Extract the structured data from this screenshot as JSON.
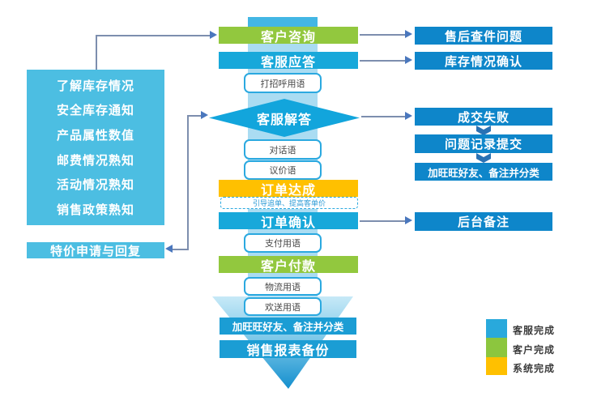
{
  "colors": {
    "service_cyan": "#18a8da",
    "deep_blue": "#0e86ca",
    "customer_green": "#92c83e",
    "system_yellow": "#ffc000",
    "panel_cyan": "#4cbee2",
    "bottom_cyan": "#1b9dd4",
    "spine_light": "#aadcf2",
    "spine_accent": "#43b6e4",
    "diamond_cyan": "#12a5dc",
    "connector_line": "#7d8eae",
    "arrowhead_blue": "#4a77bd",
    "chevron_blue": "#2a72b4"
  },
  "left_panel": {
    "items": [
      "了解库存情况",
      "安全库存通知",
      "产品属性数值",
      "邮费情况熟知",
      "活动情况熟知",
      "销售政策熟知"
    ],
    "special_request": "特价申请与回复"
  },
  "center_flow": {
    "customer_inquiry": "客户咨询",
    "service_reply": "客服应答",
    "greeting_phrases": "打招呼用语",
    "service_answer": "客服解答",
    "dialog_phrases": "对话语",
    "bargain_phrases": "议价语",
    "order_reached": "订单达成",
    "order_tip": "引导追单、提高客单价",
    "order_confirm": "订单确认",
    "payment_phrases": "支付用语",
    "customer_payment": "客户付款",
    "logistics_phrases": "物流用语",
    "farewell_phrases": "欢送用语",
    "add_wangwang": "加旺旺好友、备注并分类",
    "sales_report_backup": "销售报表备份"
  },
  "right_flow": {
    "after_sales_issue": "售后查件问题",
    "inventory_confirm": "库存情况确认",
    "deal_failed": "成交失败",
    "issue_record_submit": "问题记录提交",
    "add_wangwang": "加旺旺好友、备注并分类",
    "backend_note": "后台备注"
  },
  "legend": {
    "items": [
      {
        "label": "客服完成",
        "color": "#29a9dc"
      },
      {
        "label": "客户完成",
        "color": "#8cc63e"
      },
      {
        "label": "系统完成",
        "color": "#ffc000"
      }
    ]
  }
}
